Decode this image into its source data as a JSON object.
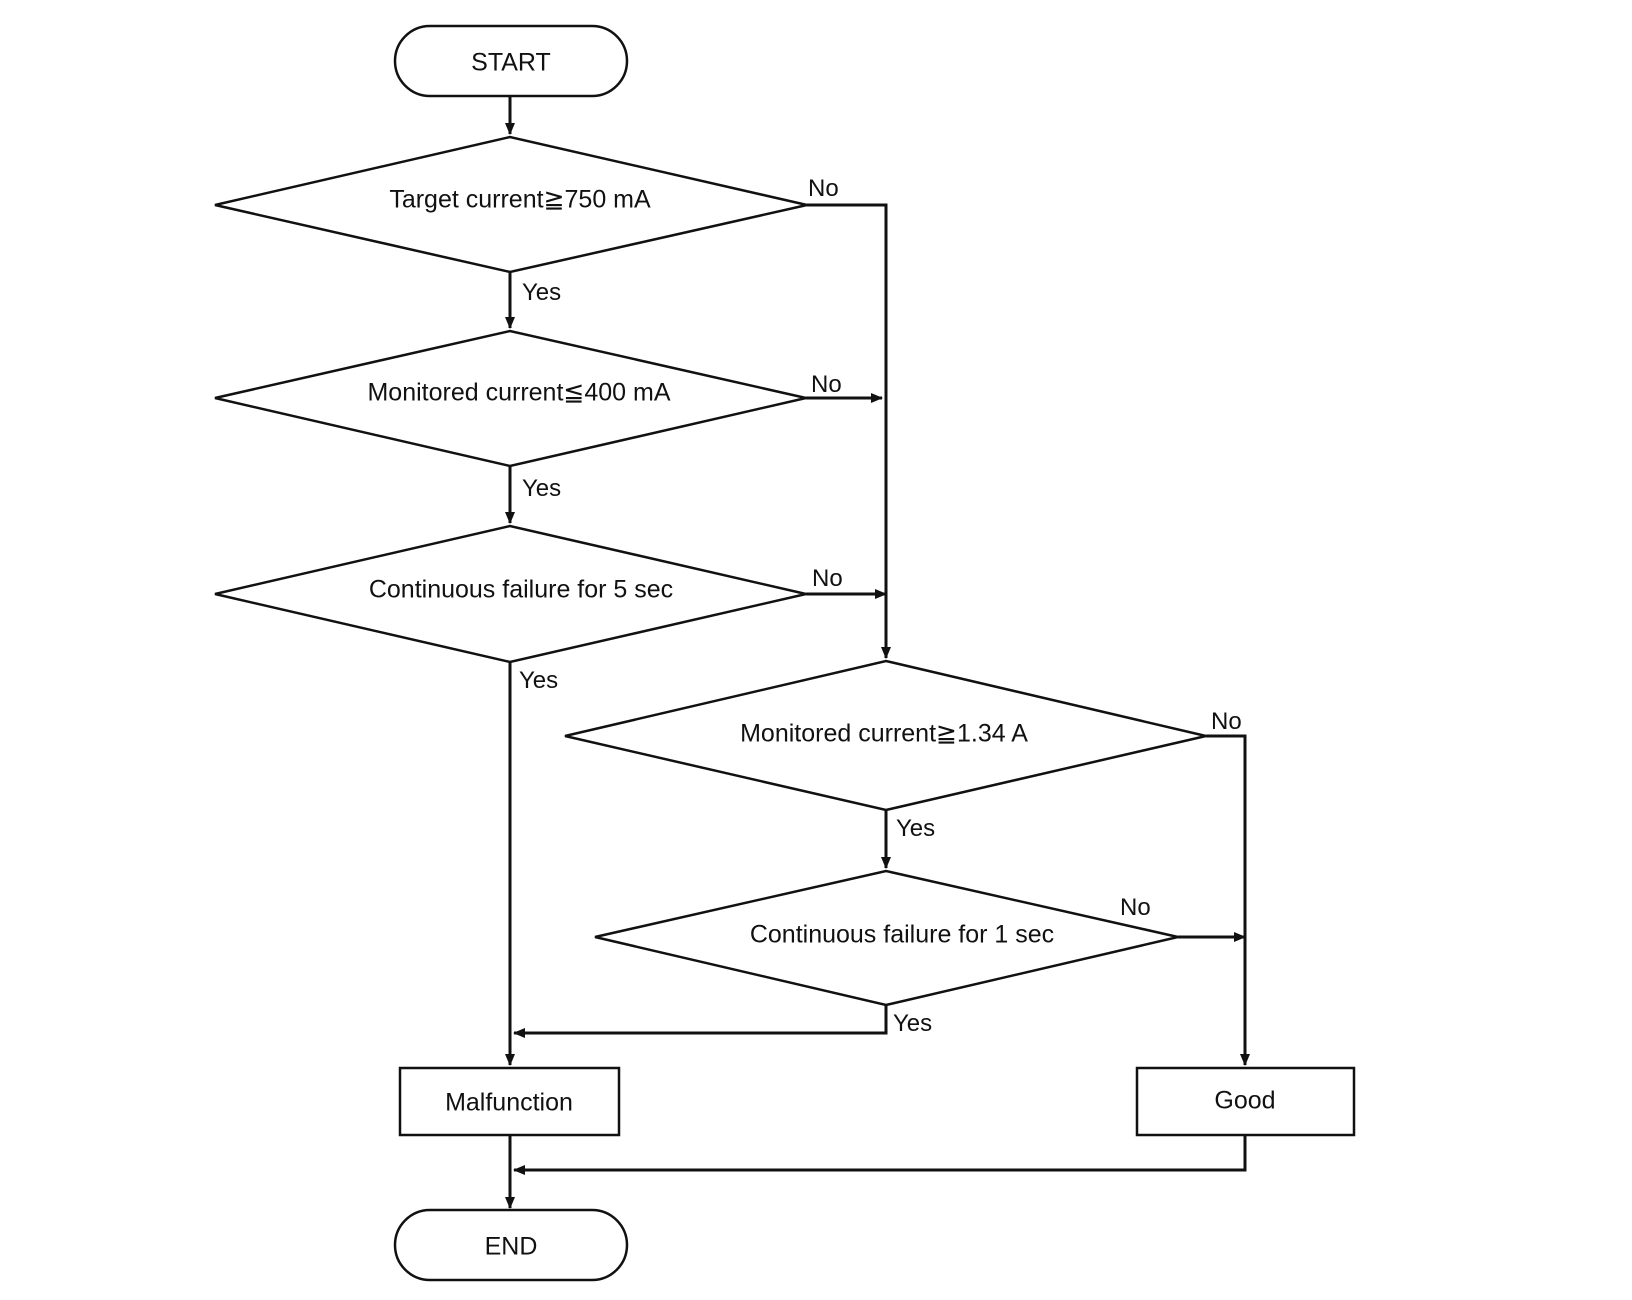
{
  "nodes": {
    "start": "START",
    "end": "END",
    "decision_target_current": "Target current≧750 mA",
    "decision_monitored_low": "Monitored current≦400 mA",
    "decision_continuous_5s": "Continuous failure for 5 sec",
    "decision_monitored_high": "Monitored current≧1.34 A",
    "decision_continuous_1s": "Continuous failure for 1 sec",
    "result_malfunction": "Malfunction",
    "result_good": "Good"
  },
  "labels": {
    "yes": "Yes",
    "no": "No"
  }
}
